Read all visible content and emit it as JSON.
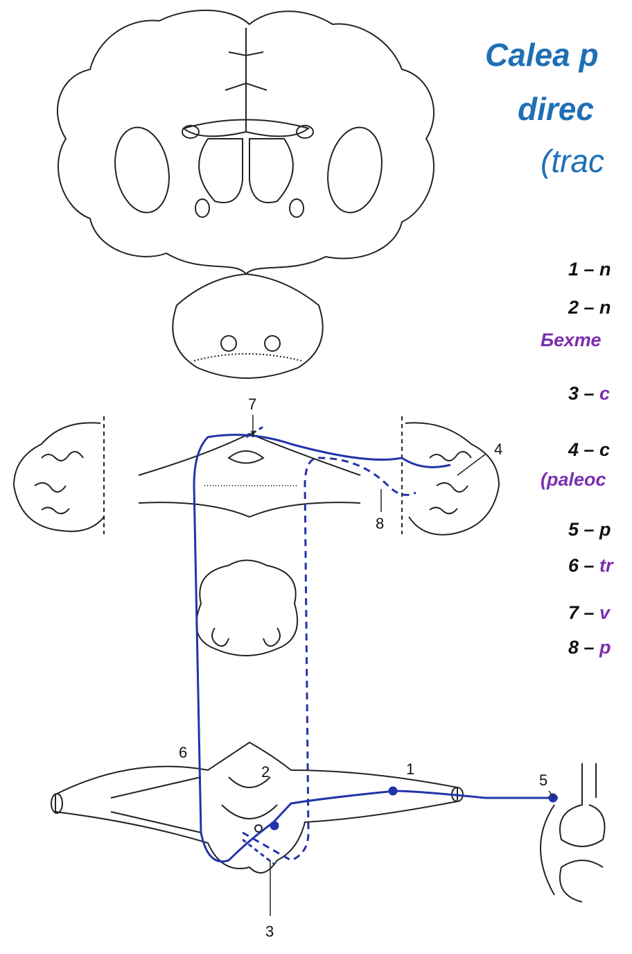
{
  "title": {
    "line1": "Calea p",
    "line2": "direc",
    "line3": "(trac"
  },
  "legend": [
    {
      "num": "1 – ",
      "text": "n",
      "color": "dark"
    },
    {
      "num": "2 – ",
      "text": "n",
      "color": "dark"
    },
    {
      "num": "",
      "text": "Бехте",
      "color": "purple"
    },
    {
      "num": "3 – ",
      "text": "c",
      "color": "purple"
    },
    {
      "num": "4 – ",
      "text": "c",
      "color": "dark"
    },
    {
      "num": "",
      "text": "(paleoc",
      "color": "purple"
    },
    {
      "num": "5 – ",
      "text": "p",
      "color": "dark"
    },
    {
      "num": "6 – ",
      "text": "tr",
      "color": "purple"
    },
    {
      "num": "7 – ",
      "text": "v",
      "color": "purple"
    },
    {
      "num": "8 – ",
      "text": "p",
      "color": "purple"
    }
  ],
  "labels": {
    "n1": "1",
    "n2": "2",
    "n3": "3",
    "n4": "4",
    "n5": "5",
    "n6": "6",
    "n7": "7",
    "n8": "8"
  },
  "colors": {
    "pathway": "#2233aa",
    "title": "#1f6fb5",
    "legend_highlight": "#7b2fb0"
  }
}
